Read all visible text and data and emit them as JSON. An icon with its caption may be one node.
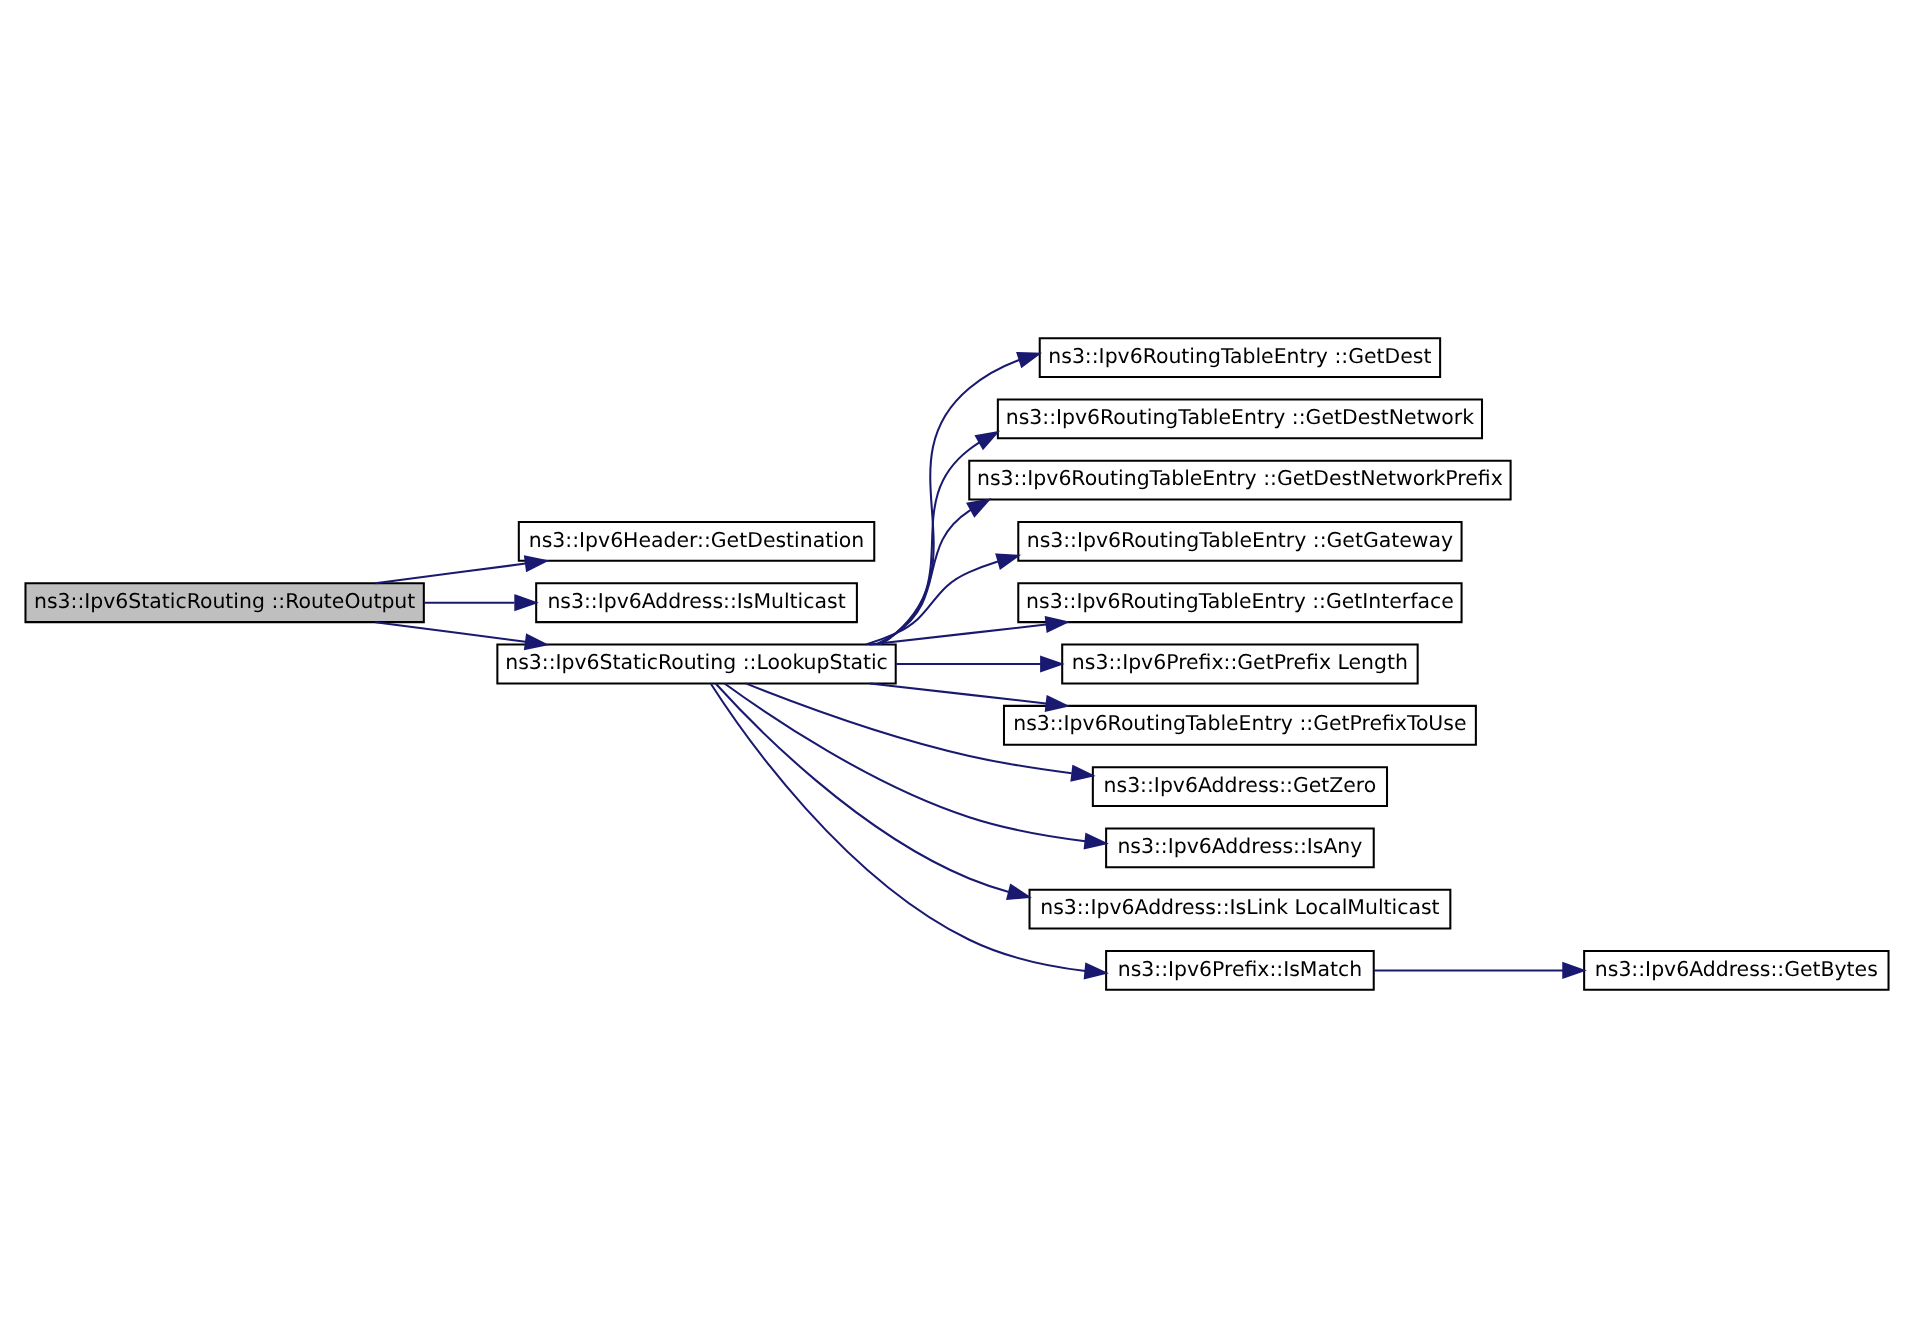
{
  "diagram": {
    "nodes": [
      {
        "text": [
          "ns3::Ipv6StaticRouting ::RouteOutput"
        ]
      },
      {
        "text": [
          "ns3::Ipv6Header::GetDestination"
        ]
      },
      {
        "text": [
          "ns3::Ipv6Address::IsMulticast"
        ]
      },
      {
        "text": [
          "ns3::Ipv6StaticRouting ::LookupStatic"
        ]
      },
      {
        "text": [
          "ns3::Ipv6RoutingTableEntry ::GetDest"
        ]
      },
      {
        "text": [
          "ns3::Ipv6RoutingTableEntry ::GetDestNetwork"
        ]
      },
      {
        "text": [
          "ns3::Ipv6RoutingTableEntry ::GetDestNetworkPrefix"
        ]
      },
      {
        "text": [
          "ns3::Ipv6RoutingTableEntry ::GetGateway"
        ]
      },
      {
        "text": [
          "ns3::Ipv6RoutingTableEntry ::GetInterface"
        ]
      },
      {
        "text": [
          "ns3::Ipv6Prefix::GetPrefix Length"
        ]
      },
      {
        "text": [
          "ns3::Ipv6RoutingTableEntry ::GetPrefixToUse"
        ]
      },
      {
        "text": [
          "ns3::Ipv6Address::GetZero"
        ]
      },
      {
        "text": [
          "ns3::Ipv6Address::IsAny"
        ]
      },
      {
        "text": [
          "ns3::Ipv6Address::IsLink LocalMulticast"
        ]
      },
      {
        "text": [
          "ns3::Ipv6Prefix::IsMatch"
        ]
      },
      {
        "text": [
          "ns3::Ipv6Address::GetBytes"
        ]
      }
    ],
    "edges": [
      {
        "from": 0,
        "to": 1,
        "arrow": "to"
      },
      {
        "from": 0,
        "to": 2,
        "arrow": "to"
      },
      {
        "from": 0,
        "to": 3,
        "arrow": "to"
      },
      {
        "from": 3,
        "to": 4,
        "arrow": "to"
      },
      {
        "from": 3,
        "to": 5,
        "arrow": "to"
      },
      {
        "from": 3,
        "to": 6,
        "arrow": "to"
      },
      {
        "from": 3,
        "to": 7,
        "arrow": "to"
      },
      {
        "from": 3,
        "to": 8,
        "arrow": "to"
      },
      {
        "from": 3,
        "to": 9,
        "arrow": "to"
      },
      {
        "from": 3,
        "to": 10,
        "arrow": "to"
      },
      {
        "from": 3,
        "to": 11,
        "arrow": "to"
      },
      {
        "from": 3,
        "to": 12,
        "arrow": "to"
      },
      {
        "from": 3,
        "to": 13,
        "arrow": "to"
      },
      {
        "from": 3,
        "to": 14,
        "arrow": "to"
      },
      {
        "from": 14,
        "to": 15,
        "arrow": "to"
      }
    ]
  }
}
